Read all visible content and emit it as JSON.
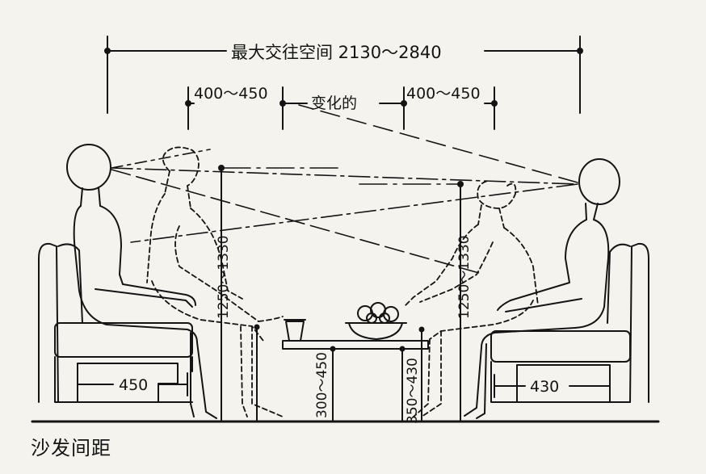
{
  "labels": {
    "max_space": "最大交往空间 2130～2840",
    "left_reach": "400～450",
    "variable": "变化的",
    "right_reach": "400～450",
    "left_eye_height": "1250～1330",
    "right_eye_height": "1250～1330",
    "table_height_left": "300～450",
    "table_height_right": "350～430",
    "left_seat_depth": "450",
    "right_seat_depth": "430",
    "caption": "沙发间距"
  },
  "colors": {
    "ink": "#141414",
    "paper": "#f4f3ee"
  }
}
